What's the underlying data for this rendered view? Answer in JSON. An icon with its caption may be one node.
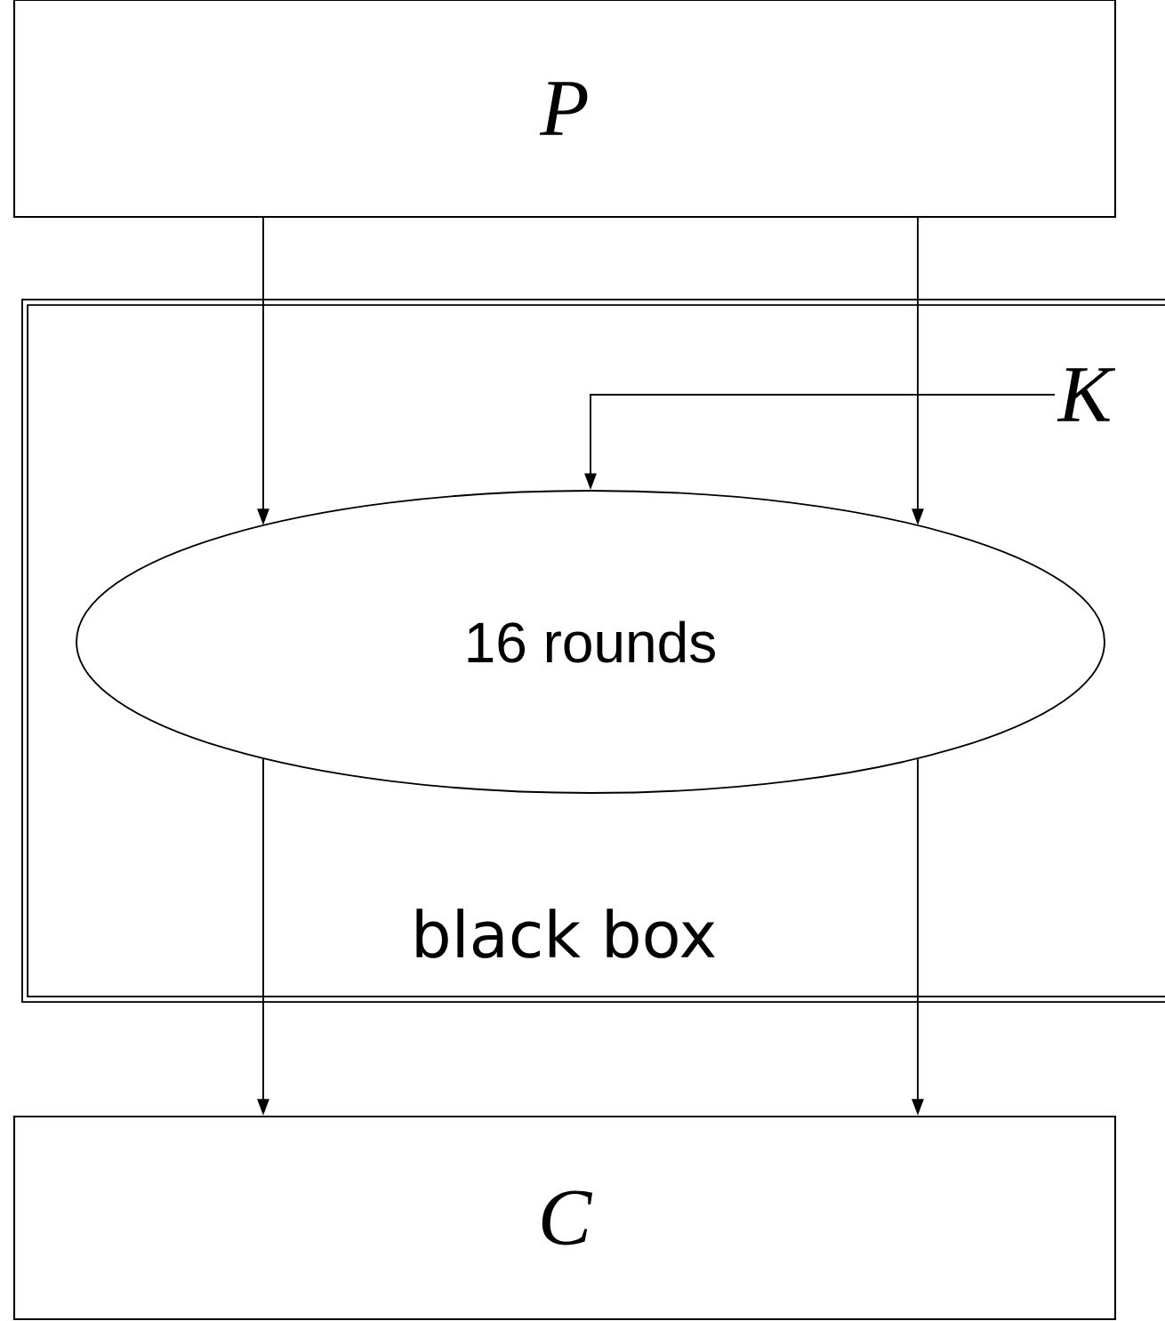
{
  "diagram": {
    "nodes": [
      {
        "text": [
          "P"
        ]
      },
      {
        "text": [
          "black box"
        ]
      },
      {
        "text": [
          "16 rounds"
        ],
        "in": 1
      },
      {
        "text": [
          "K"
        ],
        "in": 1
      },
      {
        "text": [
          "C"
        ]
      }
    ],
    "edges": [
      {
        "from": 0,
        "to": 2,
        "arrow": "to"
      },
      {
        "from": 0,
        "to": 2,
        "arrow": "to"
      },
      {
        "from": 3,
        "to": 2,
        "arrow": "to"
      },
      {
        "from": 2,
        "to": 4,
        "arrow": "to"
      },
      {
        "from": 2,
        "to": 4,
        "arrow": "to"
      }
    ]
  }
}
